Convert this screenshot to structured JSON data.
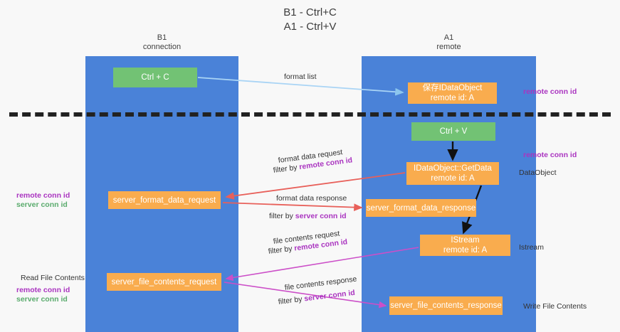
{
  "title": {
    "line1": "B1 - Ctrl+C",
    "line2": "A1 - Ctrl+V"
  },
  "lanes": [
    {
      "id": "b1",
      "name": "B1",
      "role": "connection",
      "color": "#4a82d8"
    },
    {
      "id": "a1",
      "name": "A1",
      "role": "remote",
      "color": "#4a82d8"
    }
  ],
  "nodes": [
    {
      "id": "ctrl-c",
      "label": "Ctrl + C",
      "sub": "",
      "color": "#72c274",
      "lane": "b1"
    },
    {
      "id": "idataobject",
      "label": "保存IDataObject",
      "sub": "remote id: A",
      "color": "#f9ac4e",
      "lane": "a1"
    },
    {
      "id": "ctrl-v",
      "label": "Ctrl + V",
      "sub": "",
      "color": "#72c274",
      "lane": "a1"
    },
    {
      "id": "getdata",
      "label": "IDataObject::GetData",
      "sub": "remote id: A",
      "color": "#f9ac4e",
      "lane": "a1"
    },
    {
      "id": "server-format-data-request",
      "label": "server_format_data_request",
      "sub": "",
      "color": "#f9ac4e",
      "lane": "b1"
    },
    {
      "id": "server-format-data-response",
      "label": "server_format_data_response",
      "sub": "",
      "color": "#f9ac4e",
      "lane": "a1"
    },
    {
      "id": "istream",
      "label": "IStream",
      "sub": "remote id: A",
      "color": "#f9ac4e",
      "lane": "a1"
    },
    {
      "id": "server-file-contents-request",
      "label": "server_file_contents_request",
      "sub": "",
      "color": "#f9ac4e",
      "lane": "b1"
    },
    {
      "id": "server-file-contents-response",
      "label": "server_file_contents_response",
      "sub": "",
      "color": "#f9ac4e",
      "lane": "a1"
    }
  ],
  "edges": {
    "format_list": "format list",
    "format_data_request": "format data request",
    "format_data_request_filter_prefix": "filter by ",
    "format_data_request_filter_key": "remote conn id",
    "format_data_response": "format data response",
    "format_data_response_filter_prefix": "filter by ",
    "format_data_response_filter_key": "server conn id",
    "file_contents_request": "file contents request",
    "file_contents_request_filter_prefix": "filter by ",
    "file_contents_request_filter_key": "remote conn id",
    "file_contents_response": "file contents response",
    "file_contents_response_filter_prefix": "filter by ",
    "file_contents_response_filter_key": "server conn id"
  },
  "annotations": {
    "right_remote_conn_id_top": "remote conn id",
    "right_remote_conn_id_mid": "remote conn id",
    "right_dataobject": "DataObject",
    "right_istream": "Istream",
    "right_write_file_contents": "Write File Contents",
    "left_remote_conn_id_mid": "remote conn id",
    "left_server_conn_id_mid": "server conn id",
    "left_read_file_contents": "Read File Contents",
    "left_remote_conn_id_bottom": "remote conn id",
    "left_server_conn_id_bottom": "server conn id"
  },
  "colors": {
    "lane": "#4a82d8",
    "green_box": "#72c274",
    "orange_box": "#f9ac4e",
    "purple_key": "#aa34c0",
    "green_key": "#3fa35f",
    "arrow_blue": "#a9d4f5",
    "arrow_red": "#e8605a",
    "arrow_magenta": "#cc4fc8",
    "arrow_black": "#111111",
    "background": "#f8f8f8"
  }
}
